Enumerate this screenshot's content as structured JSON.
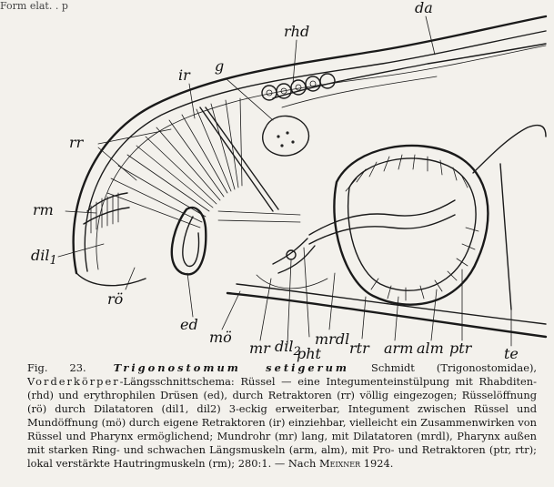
{
  "corner_text": "Form elat. . p",
  "labels": {
    "rhd": "rhd",
    "da": "da",
    "g": "g",
    "ir": "ir",
    "rr": "rr",
    "rm": "rm",
    "dil1": "dil",
    "dil1_sub": "1",
    "ro": "rö",
    "ed": "ed",
    "mo": "mö",
    "mr": "mr",
    "dil2": "dil",
    "dil2_sub": "2",
    "pht": "pht",
    "mrdl": "mrdl",
    "rtr": "rtr",
    "arm": "arm",
    "alm": "alm",
    "ptr": "ptr",
    "te": "te"
  },
  "caption": {
    "fig_no": "Fig. 23.",
    "genus": "Trigonostomum setigerum",
    "authority": "Schmidt (Trigonostomidae),",
    "line2_head": "Vorderkörper",
    "text": "-Längsschnittschema: Rüssel — eine Integumenteinstülpung mit Rhabditen- (rhd) und erythrophilen Drüsen (ed), durch Retraktoren (rr) völlig eingezogen; Rüsselöffnung (rö) durch Dilatatoren (dil1, dil2) 3-eckig erweiterbar, Integument zwischen Rüssel und Mundöffnung (mö) durch eigene Retraktoren (ir) einziehbar, vielleicht ein Zusammenwirken von Rüssel und Pharynx ermöglichend; Mundrohr (mr) lang, mit Dilatatoren (mrdl), Pharynx außen mit starken Ring- und schwachen Längsmuskeln (arm, alm), mit Pro- und Retraktoren (ptr, rtr); lokal verstärkte Hautringmuskeln (rm); 280:1. — Nach ",
    "author": "Meixner",
    "year": " 1924."
  }
}
